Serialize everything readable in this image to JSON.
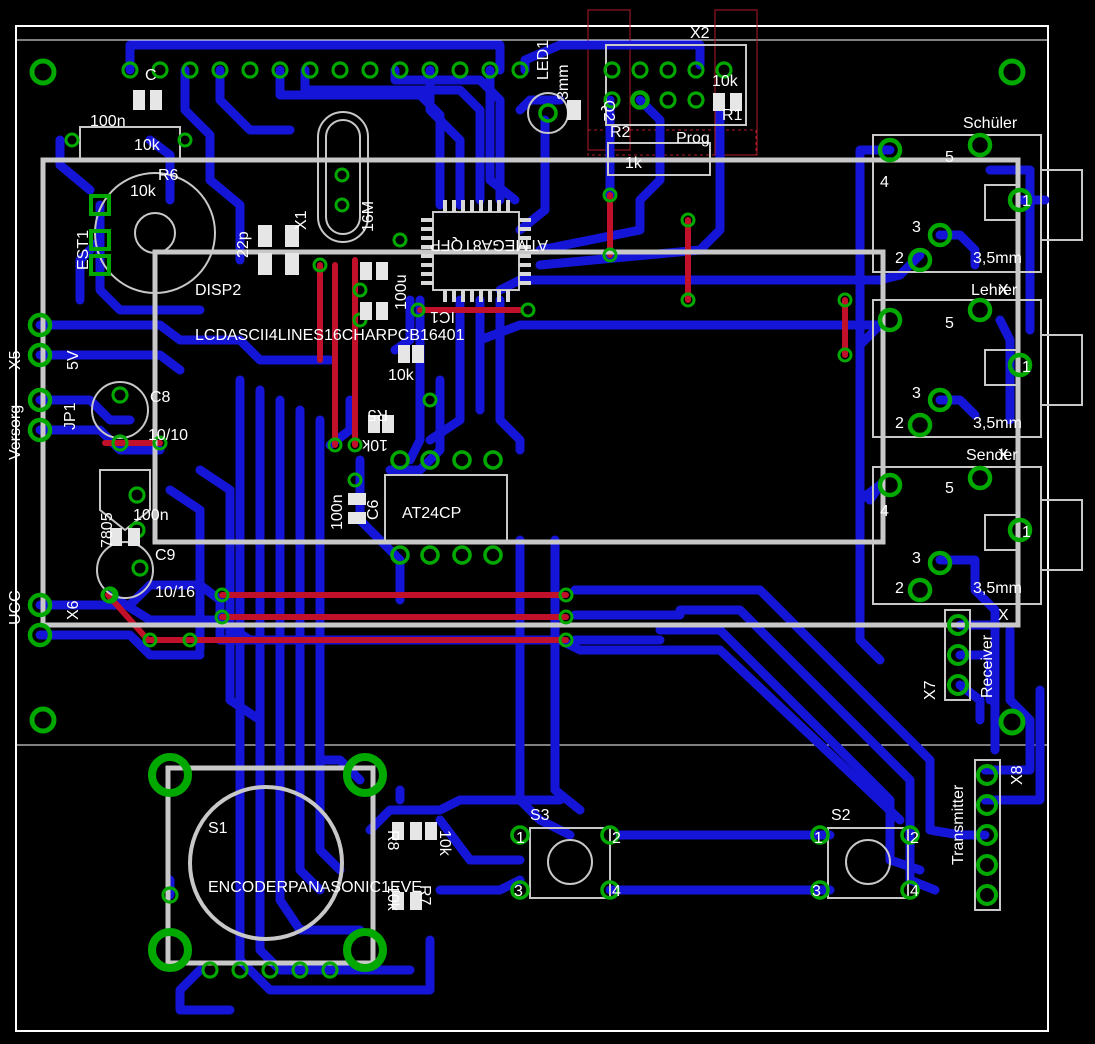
{
  "colors": {
    "background": "#000000",
    "bottom_copper": "#1515d8",
    "top_copper": "#c0102a",
    "pad": "#00a800",
    "silkscreen": "#c8c8c8",
    "keepout": "#b21d2a"
  },
  "labels": {
    "x2": "X2",
    "led1": "LED1",
    "led_val": "3mm",
    "q2": "Q2",
    "r1_val": "10k",
    "r1": "R1",
    "r2": "R2",
    "r2_val": "1k",
    "prog": "Prog",
    "c_top": "C",
    "c_top_val": "100n",
    "r_top_val": "10k",
    "r6": "R6",
    "r6_val": "10k",
    "est1": "EST1",
    "disp2": "DISP2",
    "c_22p": "22p",
    "x1": "X1",
    "q16m": "16M",
    "lcd_name": "LCDASCII4LINES16CHARPCB16401",
    "c100u": "100u",
    "ic_mcu": "ATMEGA8TQFP",
    "ic1": "IC1",
    "x5": "X5",
    "v5": "5V",
    "versorg": "Versorg",
    "jp1": "JP1",
    "c8": "C8",
    "c8_val": "10/10",
    "r_mid_val": "10k",
    "r5": "R5",
    "r5_val": "10k",
    "c6_val": "100n",
    "c6": "C6",
    "at24": "AT24CP",
    "vreg": "7805",
    "c9": "C9",
    "c9_val": "10/16",
    "c_100n_mid": "100n",
    "ucc": "UCC",
    "x6": "X6",
    "schueler": "Schüler",
    "lehrer": "Lehrer",
    "sender": "Sender",
    "jack_size": "3,5mm",
    "pin1": "1",
    "pin2": "2",
    "pin3": "3",
    "pin4": "4",
    "pin5": "5",
    "x_letter": "X",
    "receiver": "Receiver",
    "x7": "X7",
    "transmitter": "Transmitter",
    "x8": "X8",
    "s1": "S1",
    "encoder": "ENCODERPANASONIC1EVE",
    "s2": "S2",
    "s3": "S3",
    "r8": "R8",
    "r7": "R7",
    "r_enc_val": "10k",
    "r_enc_val2": "10k"
  }
}
